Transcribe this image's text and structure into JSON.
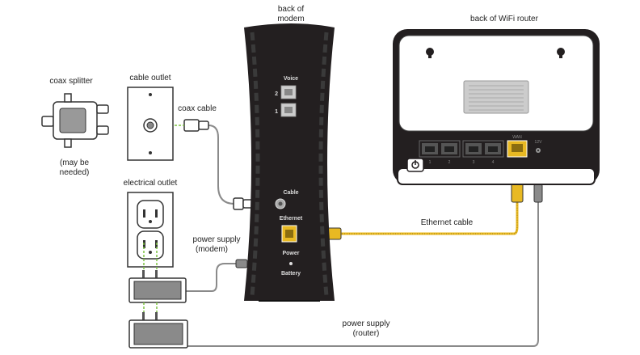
{
  "labels": {
    "back_of_modem_line1": "back of",
    "back_of_modem_line2": "modem",
    "back_of_router": "back of WiFi router",
    "coax_splitter": "coax splitter",
    "may_be_needed_line1": "(may be",
    "may_be_needed_line2": "needed)",
    "cable_outlet": "cable outlet",
    "coax_cable": "coax cable",
    "electrical_outlet": "electrical outlet",
    "power_supply_modem_line1": "power supply",
    "power_supply_modem_line2": "(modem)",
    "power_supply_router_line1": "power supply",
    "power_supply_router_line2": "(router)",
    "ethernet_cable": "Ethernet cable"
  },
  "modem_ports": {
    "voice": "Voice",
    "line2": "2",
    "line1": "1",
    "cable": "Cable",
    "ethernet": "Ethernet",
    "power": "Power",
    "battery": "Battery"
  },
  "router_ports": {
    "wan": "WAN",
    "dc": "12V",
    "lan1": "1",
    "lan2": "2",
    "lan3": "3",
    "lan4": "4"
  },
  "colors": {
    "device_body": "#231f20",
    "ethernet_port": "#e8b923",
    "cable_gray": "#8a8a8a",
    "guide_green": "#7dc242",
    "stripe": "#3a3a3a"
  },
  "icons": {
    "power_button": "power-icon"
  }
}
